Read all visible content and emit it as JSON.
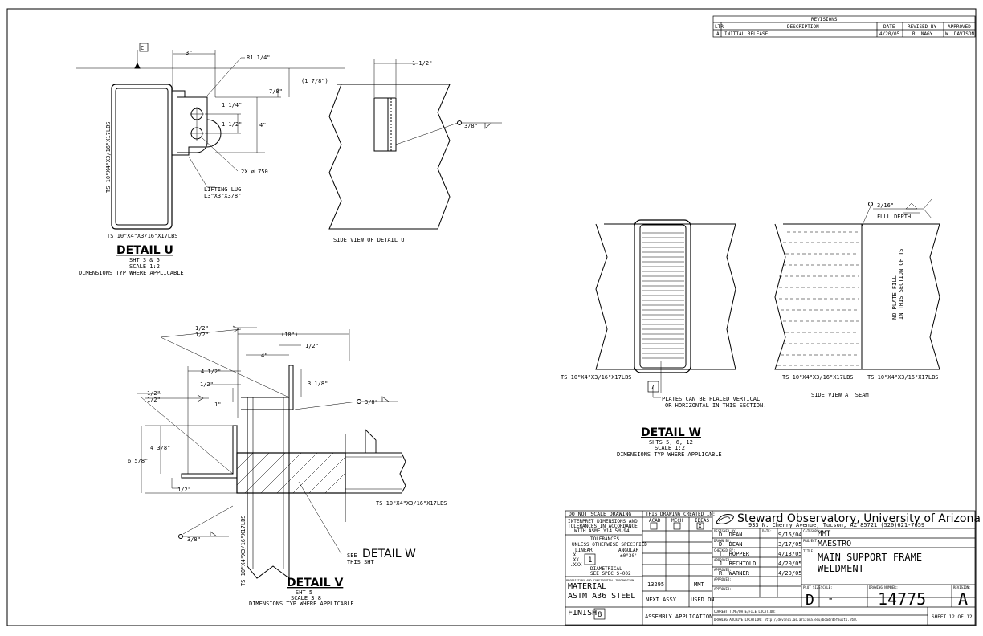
{
  "revisions": {
    "title": "REVISIONS",
    "headers": [
      "LTR",
      "DESCRIPTION",
      "DATE",
      "REVISED BY",
      "APPROVED"
    ],
    "rows": [
      [
        "A",
        "INITIAL RELEASE",
        "4/20/05",
        "R. NAGY",
        "W. DAVISON"
      ]
    ]
  },
  "detail_u": {
    "title": "DETAIL U",
    "sheets": "SHT 3 & 5",
    "scale": "SCALE 1:2",
    "note": "DIMENSIONS TYP WHERE APPLICABLE",
    "datum": "C",
    "dims": {
      "d3": "3\"",
      "r114": "R1 1/4\"",
      "d178": "(1 7/8\")",
      "d78": "7/8\"",
      "d114": "1 1/4\"",
      "d112": "1 1/2\"",
      "d4": "4\"",
      "holes": "2X ø.750",
      "lug1": "LIFTING LUG",
      "lug2": "L3\"X3\"X3/8\""
    },
    "tube_label_v": "TS 10\"X4\"X3/16\"X17LBS",
    "tube_label_h": "TS 10\"X4\"X3/16\"X17LBS",
    "side_view": {
      "dim": "1 1/2\"",
      "weld": "3/8\"",
      "caption": "SIDE VIEW OF DETAIL U"
    }
  },
  "detail_v": {
    "title": "DETAIL V",
    "sheets": "SHT 5",
    "scale": "SCALE 3:8",
    "note": "DIMENSIONS TYP WHERE APPLICABLE",
    "dims": {
      "w12a": "1/2\"",
      "w12b": "1/2\"",
      "d10": "(10\")",
      "d12": "1/2\"",
      "d4": "4\"",
      "d412": "4 1/2\"",
      "d318": "3 1/8\"",
      "w12c": "1/2\"",
      "w12d": "1/2\"",
      "d12b": "1/2\"",
      "w38": "3/8\"",
      "d1": "1\"",
      "d438": "4 3/8\"",
      "d658": "6 5/8\"",
      "d12c": "1/2\"",
      "w38b": "3/8\""
    },
    "tube_label_h": "TS 10\"X4\"X3/16\"X17LBS",
    "tube_label_v": "TS 10\"X4\"X3/16\"X17LBS",
    "see_detail": "SEE",
    "see_detail_big": "DETAIL W",
    "see_detail_sub": "THIS SHT"
  },
  "detail_w": {
    "title": "DETAIL W",
    "sheets": "SHTS 5, 6, 12",
    "scale": "SCALE 1:2",
    "note": "DIMENSIONS TYP WHERE APPLICABLE",
    "tube_label_left": "TS 10\"X4\"X3/16\"X17LBS",
    "tube_label_mid": "TS 10\"X4\"X3/16\"X17LBS",
    "tube_label_right": "TS 10\"X4\"X3/16\"X17LBS",
    "callout": "7",
    "plates1": "PLATES CAN BE PLACED VERTICAL",
    "plates2": "OR HORIZONTAL IN THIS SECTION.",
    "weld": "3/16\"",
    "full_depth": "FULL DEPTH",
    "no_plate1": "NO PLATE FILL",
    "no_plate2": "IN THIS SECTION OF TS",
    "side_caption": "SIDE VIEW AT SEAM"
  },
  "title_block": {
    "do_not_scale": "DO NOT SCALE DRAWING",
    "interpret1": "INTERPRET DIMENSIONS AND",
    "interpret2": "TOLERANCES IN ACCORDANCE",
    "interpret3": "WITH ASME Y14.5M-94",
    "tolerances": "TOLERANCES",
    "unless": "UNLESS OTHERWISE SPECIFIED",
    "linear": "LINEAR",
    "angular": "ANGULAR",
    "angular_val": "±0°30'",
    "tol_x": ".X",
    "tol_xx": ".XX",
    "tol_xxx": ".XXX",
    "tol_callout": "1",
    "diametrical": "DIAMETRICAL",
    "spec": "SEE SPEC S-002",
    "proprietary": "PROPRIETARY AND CONFIDENTIAL INFORMATION",
    "material_label": "MATERIAL",
    "material": "ASTM A36 STEEL",
    "finish_label": "FINISH",
    "finish_callout": "8",
    "created_in": "THIS DRAWING CREATED IN:",
    "acad": "ACAD",
    "mech": "MECH",
    "ideas": "IDEAS",
    "ideas_mark": "X",
    "next_num": "13295",
    "next_proj": "MMT",
    "next_assy": "NEXT ASSY",
    "used_on": "USED ON",
    "assembly": "ASSEMBLY APPLICATION",
    "org": "Steward Observatory, University of Arizona",
    "address": "933 N. Cherry Avenue, Tucson, AZ  85721   (520)621-7659",
    "designed_by_label": "DESIGNED BY:",
    "designed_by": "D. DEAN",
    "date_label": "DATE:",
    "designed_date": "9/15/04",
    "drawn_by_label": "DRAWN BY:",
    "drawn_by": "D. DEAN",
    "drawn_date": "3/17/05",
    "checked_by_label": "CHECKED BY:",
    "checked_by": "T. HOPPER",
    "checked_date": "4/13/05",
    "approved1_label": "APPROVED:",
    "approved1": "J. BECHTOLD",
    "approved1_date": "4/20/05",
    "approved2_label": "APPROVED:",
    "approved2": "R. WARNER",
    "approved2_date": "4/20/05",
    "approved3_label": "APPROVED:",
    "approved4_label": "APPROVED:",
    "category_label": "CATEGORY:",
    "category": "MMT",
    "project_label": "PROJECT:",
    "project": "MAESTRO",
    "title_label": "TITLE:",
    "title1": "MAIN SUPPORT FRAME",
    "title2": "WELDMENT",
    "plot_size_label": "PLOT SIZE",
    "plot_size": "D",
    "scale_label": "SCALE:",
    "scale": "-",
    "dwg_num_label": "DRAWING NUMBER:",
    "dwg_num": "14775",
    "revision_label": "REVISION:",
    "revision": "A",
    "current_time": "CURRENT TIME/DATE/FILE LOCATION:",
    "archive": "DRAWING ARCHIVE LOCATION: http://devinci.as.arizona.edu/bcad/default1.html",
    "sheet": "SHEET 12 OF 12"
  }
}
